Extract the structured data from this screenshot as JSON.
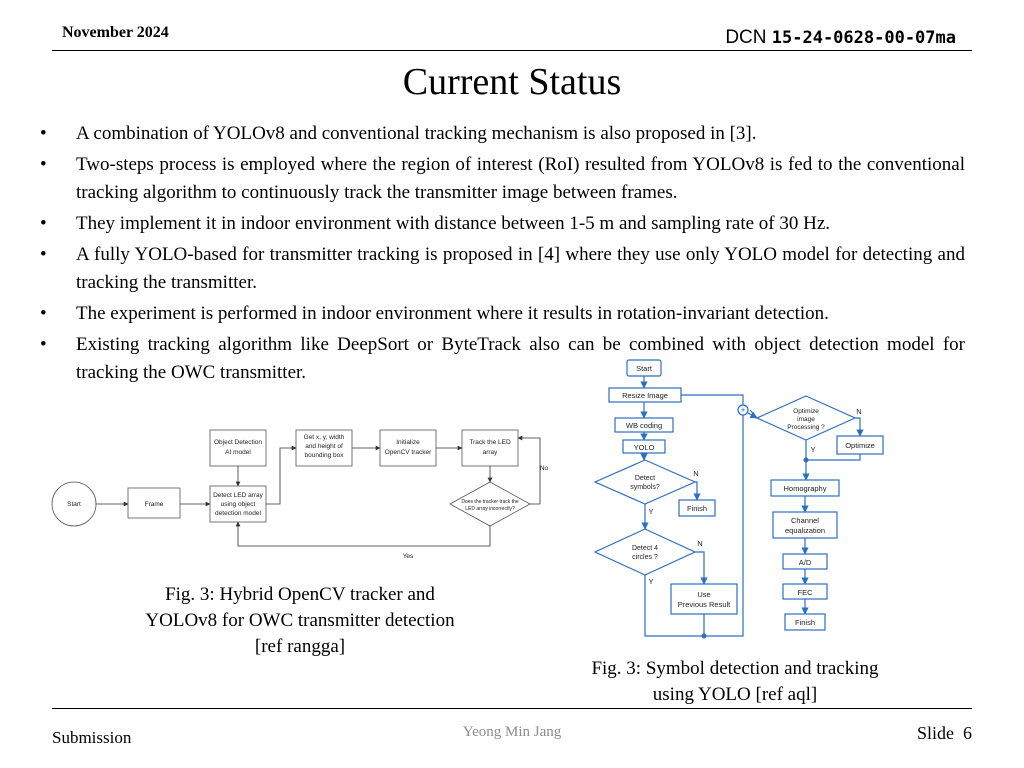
{
  "header": {
    "date": "November 2024",
    "dcn_prefix": "DCN",
    "dcn_number": "15-24-0628-00-07ma"
  },
  "title": "Current Status",
  "bullets": [
    "A combination of YOLOv8 and conventional tracking mechanism is also proposed in [3].",
    "Two-steps process is employed where the region of interest (RoI) resulted from YOLOv8 is fed to the conventional tracking algorithm to continuously track the transmitter image between frames.",
    "They implement it in indoor environment with distance between 1-5 m and sampling rate of 30 Hz.",
    "A fully YOLO-based for transmitter tracking is proposed in [4] where they use only YOLO model for detecting and tracking the transmitter.",
    "The experiment is performed in indoor environment where it results in rotation-invariant detection.",
    "Existing tracking algorithm like DeepSort or ByteTrack also can be combined with object detection model for tracking the OWC transmitter."
  ],
  "fig1": {
    "caption": "Fig. 3: Hybrid OpenCV tracker and YOLOv8 for OWC transmitter detection [ref rangga]",
    "nodes": {
      "start": "Start",
      "frame": "Frame",
      "detect_1": "Object Detection",
      "detect_2": "AI model",
      "get_1": "Get x, y, width",
      "get_2": "and height of",
      "get_3": "bounding box",
      "init_1": "Initialize",
      "init_2": "OpenCV tracker",
      "track_1": "Track the LED",
      "track_2": "array",
      "led_1": "Detect LED array",
      "led_2": "using object",
      "led_3": "detection model",
      "dec_1": "Does the tracker track the",
      "dec_2": "LED array incorrectly?",
      "no": "No",
      "yes": "Yes"
    }
  },
  "fig2": {
    "caption": "Fig. 3: Symbol detection and tracking using YOLO [ref aql]",
    "nodes": {
      "start": "Start",
      "resize": "Resize Image",
      "wb": "WB coding",
      "yolo": "YOLO",
      "detect_sym_1": "Detect",
      "detect_sym_2": "symbols?",
      "finish": "Finish",
      "detect4_1": "Detect 4",
      "detect4_2": "circles ?",
      "use_1": "Use",
      "use_2": "Previous Result",
      "opt_q_1": "Optimize",
      "opt_q_2": "image",
      "opt_q_3": "Processing ?",
      "optimize": "Optimize",
      "homography": "Homography",
      "channel_1": "Channel",
      "channel_2": "equalization",
      "ad": "A/D",
      "fec": "FEC",
      "finish2": "Finish",
      "n": "N",
      "y": "Y"
    },
    "accent": "#2f6fbf"
  },
  "footer": {
    "left": "Submission",
    "author": "Yeong Min Jang",
    "slide_label": "Slide",
    "slide_number": "6"
  }
}
